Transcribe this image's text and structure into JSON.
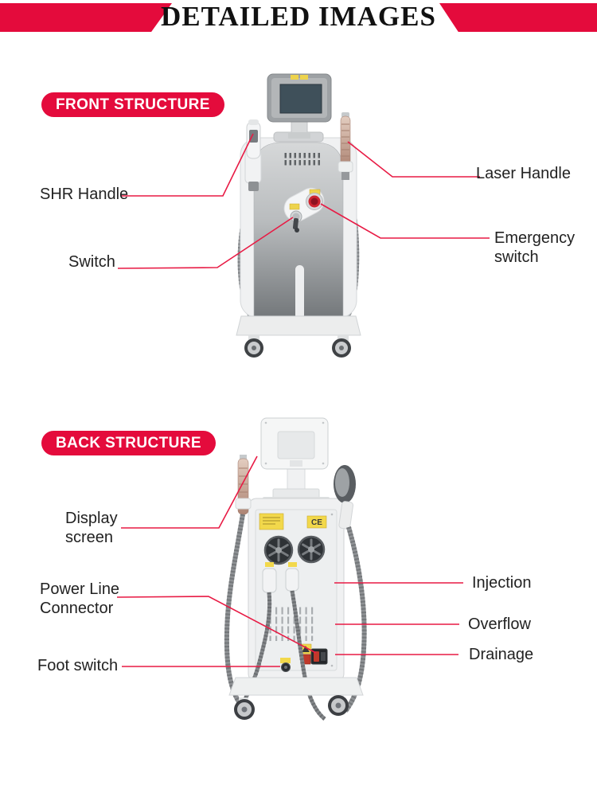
{
  "header": {
    "title": "DETAILED IMAGES"
  },
  "front_section": {
    "badge": "FRONT STRUCTURE",
    "labels": {
      "shr_handle": "SHR Handle",
      "laser_handle": "Laser Handle",
      "switch": "Switch",
      "emergency_switch": "Emergency\nswitch"
    }
  },
  "back_section": {
    "badge": "BACK STRUCTURE",
    "labels": {
      "display_screen": "Display\nscreen",
      "power_line_connector": "Power Line\nConnector",
      "foot_switch": "Foot switch",
      "injection": "Injection",
      "overflow": "Overflow",
      "drainage": "Drainage"
    },
    "machine_markings": {
      "ce": "CE"
    }
  },
  "colors": {
    "accent_red": "#e40b3c",
    "line_red": "#e81a44"
  }
}
